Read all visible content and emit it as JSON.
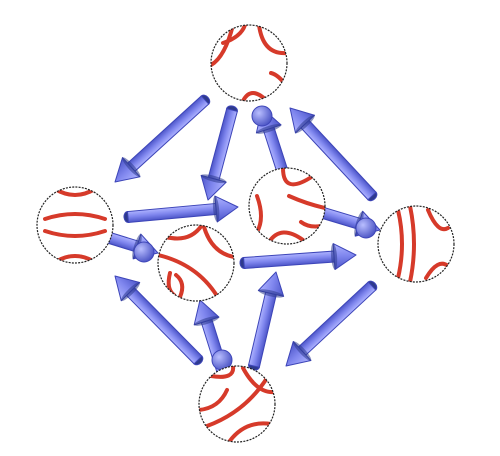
{
  "colors": {
    "background": "#ffffff",
    "node_fill": "#ffffff",
    "node_stroke": "#222222",
    "curve": "#d63a2a",
    "arrow_fill": "#7f86ee",
    "arrow_stroke": "#3d45b8",
    "arrow_dark": "#2e3a8c"
  },
  "nodes": [
    {
      "id": "top"
    },
    {
      "id": "left"
    },
    {
      "id": "center-left"
    },
    {
      "id": "center-right"
    },
    {
      "id": "right"
    },
    {
      "id": "bottom"
    }
  ],
  "edges": [
    {
      "id": "top-to-left",
      "from": "top",
      "to": "left"
    },
    {
      "id": "top-to-center-left",
      "from": "top",
      "to": "center-left"
    },
    {
      "id": "center-right-to-top",
      "from": "center-right",
      "to": "top"
    },
    {
      "id": "right-to-top",
      "from": "right",
      "to": "top"
    },
    {
      "id": "left-to-center-right",
      "from": "left",
      "to": "center-right"
    },
    {
      "id": "left-to-center-left",
      "from": "left",
      "to": "center-left"
    },
    {
      "id": "center-right-to-right",
      "from": "center-right",
      "to": "right"
    },
    {
      "id": "center-left-to-right",
      "from": "center-left",
      "to": "right"
    },
    {
      "id": "bottom-to-left",
      "from": "bottom",
      "to": "left"
    },
    {
      "id": "bottom-to-center-left",
      "from": "bottom",
      "to": "center-left"
    },
    {
      "id": "bottom-to-center-right",
      "from": "bottom",
      "to": "center-right"
    },
    {
      "id": "right-to-bottom",
      "from": "right",
      "to": "bottom"
    }
  ]
}
